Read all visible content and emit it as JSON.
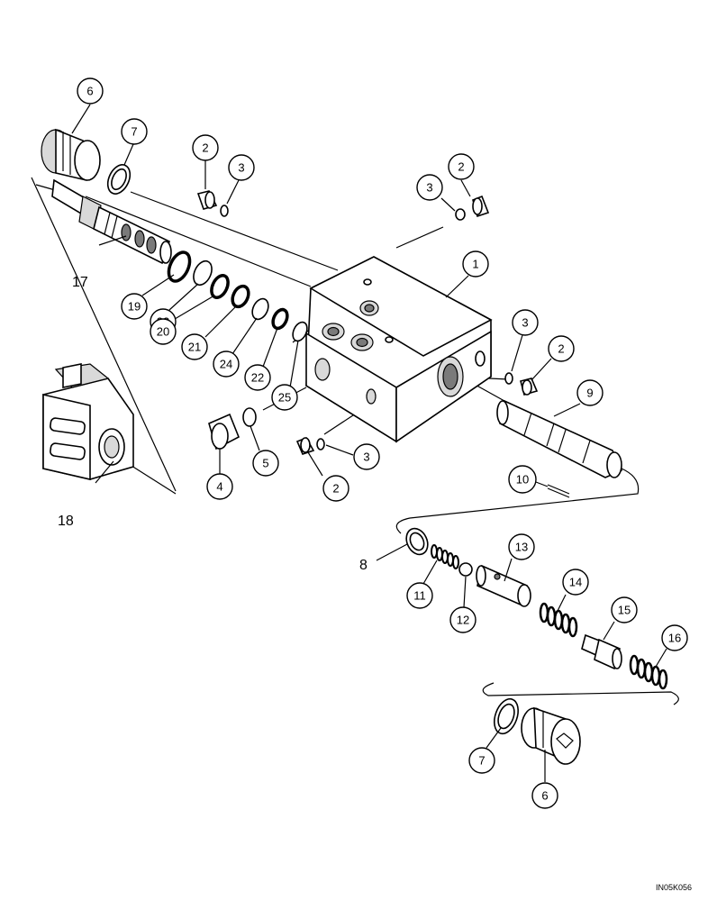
{
  "diagram": {
    "reference_code": "IN05K056",
    "callouts": [
      {
        "id": "c6a",
        "label": "6"
      },
      {
        "id": "c7a",
        "label": "7"
      },
      {
        "id": "c2a",
        "label": "2"
      },
      {
        "id": "c3a",
        "label": "3"
      },
      {
        "id": "c3b",
        "label": "3"
      },
      {
        "id": "c2b",
        "label": "2"
      },
      {
        "id": "c1",
        "label": "1"
      },
      {
        "id": "c19",
        "label": "19"
      },
      {
        "id": "c23",
        "label": "23"
      },
      {
        "id": "c20",
        "label": "20"
      },
      {
        "id": "c21",
        "label": "21"
      },
      {
        "id": "c24",
        "label": "24"
      },
      {
        "id": "c22",
        "label": "22"
      },
      {
        "id": "c25",
        "label": "25"
      },
      {
        "id": "c3c",
        "label": "3"
      },
      {
        "id": "c2c",
        "label": "2"
      },
      {
        "id": "c9",
        "label": "9"
      },
      {
        "id": "c4",
        "label": "4"
      },
      {
        "id": "c5",
        "label": "5"
      },
      {
        "id": "c3d",
        "label": "3"
      },
      {
        "id": "c2d",
        "label": "2"
      },
      {
        "id": "c10",
        "label": "10"
      },
      {
        "id": "c13",
        "label": "13"
      },
      {
        "id": "c11",
        "label": "11"
      },
      {
        "id": "c12",
        "label": "12"
      },
      {
        "id": "c14",
        "label": "14"
      },
      {
        "id": "c15",
        "label": "15"
      },
      {
        "id": "c16",
        "label": "16"
      },
      {
        "id": "c7b",
        "label": "7"
      },
      {
        "id": "c6b",
        "label": "6"
      }
    ],
    "plain_labels": [
      {
        "id": "l17",
        "label": "17"
      },
      {
        "id": "l18",
        "label": "18"
      },
      {
        "id": "l8",
        "label": "8"
      }
    ]
  }
}
